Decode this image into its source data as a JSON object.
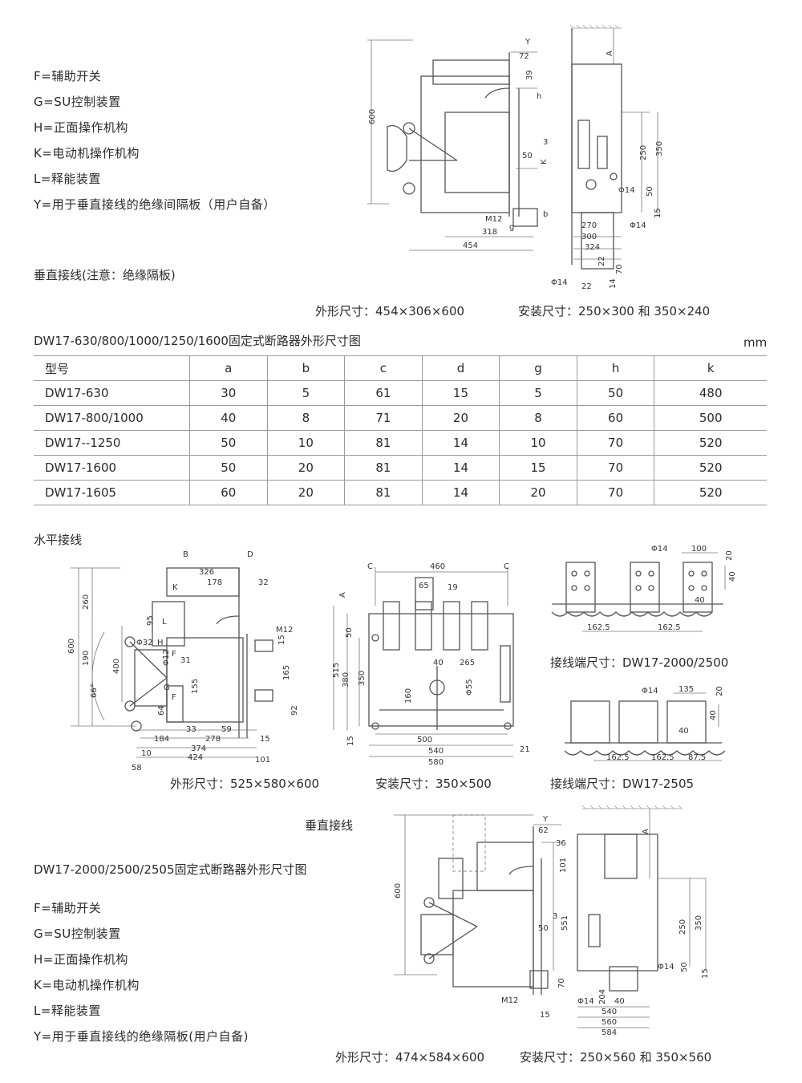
{
  "top_legend": [
    "F=辅助开关",
    "G=SU控制装置",
    "H=正面操作机构",
    "K=电动机操作机构",
    "L=释能装置",
    "Y=用于垂直接线的绝缘间隔板（用户自备）"
  ],
  "top_section": {
    "vertical_wiring_note": "垂直接线(注意：绝缘隔板)",
    "outline_size": "外形尺寸：454×306×600",
    "install_size": "安装尺寸：250×300 和 350×240",
    "side_view_dims": [
      "600",
      "72",
      "Y",
      "39",
      "h",
      "3",
      "50",
      "K",
      "M12",
      "g",
      "b",
      "318",
      "454"
    ],
    "front_view_dims": [
      "A",
      "250",
      "350",
      "Φ14",
      "50",
      "15",
      "270",
      "Φ14",
      "300",
      "324",
      "22",
      "70",
      "Φ14",
      "22",
      "14"
    ]
  },
  "table": {
    "title": "DW17-630/800/1000/1250/1600固定式断路器外形尺寸图",
    "unit": "mm",
    "headers": [
      "型号",
      "a",
      "b",
      "c",
      "d",
      "g",
      "h",
      "k"
    ],
    "rows": [
      [
        "DW17-630",
        "30",
        "5",
        "61",
        "15",
        "5",
        "50",
        "480"
      ],
      [
        "DW17-800/1000",
        "40",
        "8",
        "71",
        "20",
        "8",
        "60",
        "500"
      ],
      [
        "DW17--1250",
        "50",
        "10",
        "81",
        "14",
        "10",
        "70",
        "520"
      ],
      [
        "DW17-1600",
        "50",
        "20",
        "81",
        "14",
        "15",
        "70",
        "520"
      ],
      [
        "DW17-1605",
        "60",
        "20",
        "81",
        "14",
        "20",
        "70",
        "520"
      ]
    ]
  },
  "middle_section": {
    "horizontal_wiring": "水平接线",
    "side_caption": "外形尺寸：525×580×600",
    "front_caption": "安装尺寸：350×500",
    "terminal_caption_1": "接线端尺寸：DW17-2000/2500",
    "terminal_caption_2": "接线端尺寸：DW17-2505",
    "side_view_dims": [
      "B",
      "D",
      "326",
      "178",
      "32",
      "K",
      "M12",
      "260",
      "95",
      "L",
      "600",
      "190",
      "400",
      "Φ32",
      "H",
      "Φ12",
      "31",
      "15",
      "165",
      "F",
      "G",
      "155",
      "66°",
      "64",
      "F",
      "92",
      "33",
      "59",
      "184",
      "278",
      "15",
      "374",
      "10",
      "424",
      "101",
      "58"
    ],
    "front_view_dims": [
      "C",
      "460",
      "C",
      "A",
      "65",
      "19",
      "50",
      "40",
      "265",
      "515",
      "380",
      "350",
      "Φ55",
      "160",
      "15",
      "500",
      "540",
      "580",
      "21"
    ],
    "terminal_1_dims": [
      "Φ14",
      "100",
      "20",
      "40",
      "40",
      "162.5",
      "162.5"
    ],
    "terminal_2_dims": [
      "Φ14",
      "135",
      "20",
      "40",
      "40",
      "162.5",
      "162.5",
      "87.5"
    ]
  },
  "bottom_section": {
    "vertical_wiring": "垂直接线",
    "title": "DW17-2000/2500/2505固定式断路器外形尺寸图",
    "legend": [
      "F=辅助开关",
      "G=SU控制装置",
      "H=正面操作机构",
      "K=电动机操作机构",
      "L=释能装置",
      "Y=用于垂直接线的绝缘隔板(用户自备)"
    ],
    "outline_size": "外形尺寸：474×584×600",
    "install_size": "安装尺寸：250×560 和 350×560",
    "side_view_dims": [
      "600",
      "Y",
      "62",
      "36",
      "101",
      "3",
      "50",
      "551",
      "70",
      "M12",
      "15"
    ],
    "front_view_dims": [
      "A",
      "250",
      "350",
      "Φ14",
      "50",
      "15",
      "Φ14",
      "204",
      "40",
      "540",
      "560",
      "584"
    ]
  }
}
